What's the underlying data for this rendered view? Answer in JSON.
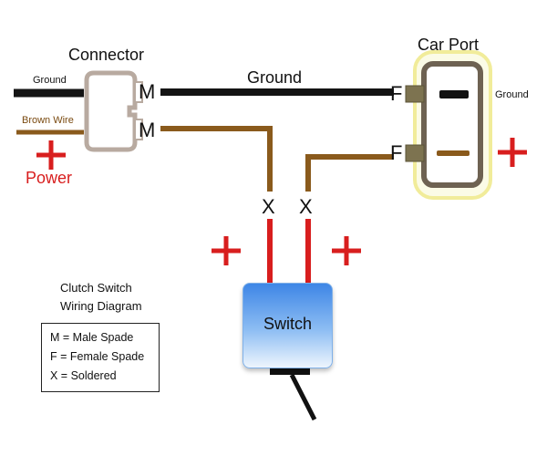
{
  "labels": {
    "connector": "Connector",
    "car_port": "Car Port",
    "ground_left": "Ground",
    "ground_mid": "Ground",
    "ground_right": "Ground",
    "brown_wire": "Brown Wire",
    "power": "Power",
    "male1": "M",
    "male2": "M",
    "female1": "F",
    "female2": "F",
    "solder1": "X",
    "solder2": "X",
    "switch": "Switch",
    "title_line1": "Clutch Switch",
    "title_line2": "Wiring Diagram"
  },
  "legend": [
    "M = Male Spade",
    "F = Female Spade",
    "X = Soldered"
  ],
  "colors": {
    "ground_wire": "#141414",
    "brown_wire": "#8a5a1c",
    "power_wire": "#d81e1e",
    "plus_sign": "#d81e1e",
    "connector_outline": "#b8aaa0",
    "spade": "#7d7350",
    "car_port_glow": "#f3f0b0"
  }
}
